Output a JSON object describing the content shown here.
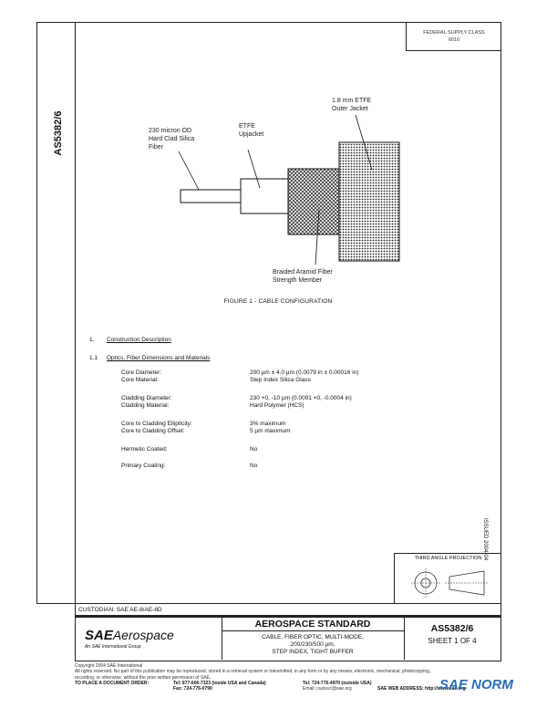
{
  "header": {
    "fed_classification": [
      "FEDERAL SUPPLY CLASS",
      "6010"
    ],
    "side_doc_number": "AS5382/6"
  },
  "figure": {
    "callouts": {
      "fiber": [
        "230 micron OD",
        "Hard Clad Silica",
        "Fiber"
      ],
      "upjacket": [
        "ETFE",
        "Upjacket"
      ],
      "outer_jacket": [
        "1.8 mm ETFE",
        "Outer Jacket"
      ],
      "strength": [
        "Braided Aramid Fiber",
        "Strength Member"
      ]
    },
    "caption": "FIGURE 1 - CABLE CONFIGURATION"
  },
  "section": {
    "s1_num": "1.",
    "s1_title": "Construction Description",
    "s11_num": "1.1",
    "s11_title": "Optics, Fiber Dimensions and Materials"
  },
  "properties": [
    {
      "label": "Core Diameter:",
      "value": "200 µm ± 4.0 µm (0.0079 in ± 0.00016 in)"
    },
    {
      "label": "Core Material:",
      "value": "Step Index Silica Glass"
    },
    {
      "label": "Cladding Diameter:",
      "value": "230 +0, -10 µm (0.0091 +0, -0.0004 in)"
    },
    {
      "label": "Cladding Material:",
      "value": "Hard Polymer (HCS)"
    },
    {
      "label": "Core to Cladding Ellipticity:",
      "value": "3% maximum"
    },
    {
      "label": "Core to Cladding Offset:",
      "value": "5 µm maximum"
    },
    {
      "label": "Hermetic Coated:",
      "value": "No"
    },
    {
      "label": "Primary Coating:",
      "value": "No"
    }
  ],
  "issued": "ISSUED 2004-04",
  "projection_label": "THIRD ANGLE PROJECTION",
  "custodian": "CUSTODIAN: SAE AE-8/AE-8D",
  "title_block": {
    "logo_sae": "SAE",
    "logo_aero": "Aerospace",
    "logo_sub": "An SAE International Group",
    "standard": "AEROSPACE STANDARD",
    "desc": [
      "CABLE, FIBER OPTIC, MULTI-MODE,",
      "200/230/500 µm,",
      "STEP INDEX, TIGHT BUFFER"
    ],
    "doc_number": "AS5382/6",
    "sheet": "SHEET 1 OF 4"
  },
  "footer": {
    "copyright": "Copyright 2004 SAE International",
    "rights": "All rights reserved. No part of this publication may be reproduced, stored in a retrieval system or transmitted, in any form or by any means, electronic, mechanical, photocopying,",
    "rights2": "recording, or otherwise, without the prior written permission of SAE.",
    "order_label": "TO PLACE A DOCUMENT ORDER:",
    "tel1": "Tel: 877-606-7323 (inside USA and Canada)",
    "tel2": "Tel: 724-776-4970 (outside USA)",
    "fax": "Fax: 724-776-0790",
    "email": "Email: custsvc@sae.org",
    "web": "SAE WEB ADDRESS: http://www.sae.org"
  },
  "watermark": "SAE NORM"
}
